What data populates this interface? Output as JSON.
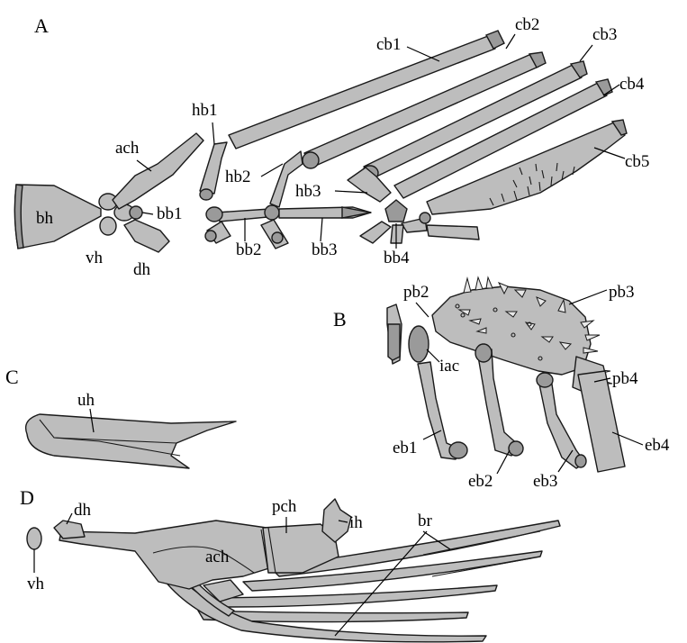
{
  "panels": {
    "a": "A",
    "b": "B",
    "c": "C",
    "d": "D"
  },
  "labels_a": {
    "bh": "bh",
    "vh": "vh",
    "dh": "dh",
    "bb1": "bb1",
    "ach": "ach",
    "hb1": "hb1",
    "hb2": "hb2",
    "hb3": "hb3",
    "bb2": "bb2",
    "bb3": "bb3",
    "bb4": "bb4",
    "cb1": "cb1",
    "cb2": "cb2",
    "cb3": "cb3",
    "cb4": "cb4",
    "cb5": "cb5"
  },
  "labels_b": {
    "pb2": "pb2",
    "pb3": "pb3",
    "pb4": "pb4",
    "iac": "iac",
    "eb1": "eb1",
    "eb2": "eb2",
    "eb3": "eb3",
    "eb4": "eb4"
  },
  "labels_c": {
    "uh": "uh"
  },
  "labels_d": {
    "vh": "vh",
    "dh": "dh",
    "pch": "pch",
    "ih": "ih",
    "ach": "ach",
    "br": "br"
  }
}
